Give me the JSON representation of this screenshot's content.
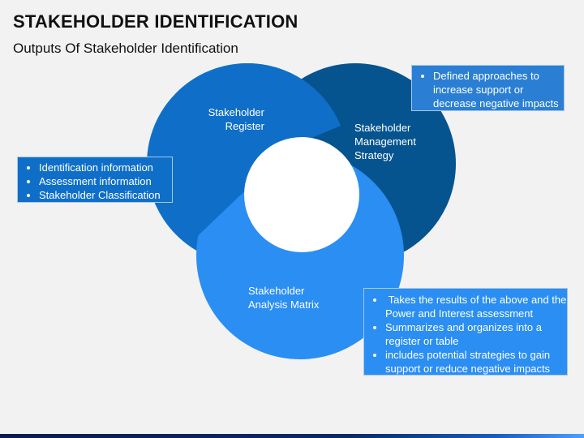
{
  "header": {
    "title": "STAKEHOLDER IDENTIFICATION",
    "subtitle": "Outputs Of Stakeholder Identification"
  },
  "colors": {
    "register_ring": "#0f6fc8",
    "strategy_ring": "#06548f",
    "matrix_ring": "#2a8ef2",
    "center_hole": "#ffffff"
  },
  "nodes": {
    "register": {
      "line1": "Stakeholder",
      "line2": "Register"
    },
    "strategy": {
      "line1": "Stakeholder",
      "line2": "Management",
      "line3": "Strategy"
    },
    "matrix": {
      "line1": "Stakeholder",
      "line2": "Analysis Matrix"
    }
  },
  "callouts": {
    "register": {
      "bg": "#0f6fc8",
      "items": [
        "Identification information",
        "Assessment information",
        "Stakeholder Classification"
      ]
    },
    "strategy": {
      "bg": "#2a7fd4",
      "items": [
        "Defined approaches to increase support or decrease negative impacts"
      ]
    },
    "matrix": {
      "bg": "#2a8ef2",
      "items": [
        " Takes the results of the above and the Power and Interest assessment",
        "Summarizes and organizes into a register or table",
        "includes potential strategies to gain support or reduce negative impacts"
      ]
    }
  }
}
